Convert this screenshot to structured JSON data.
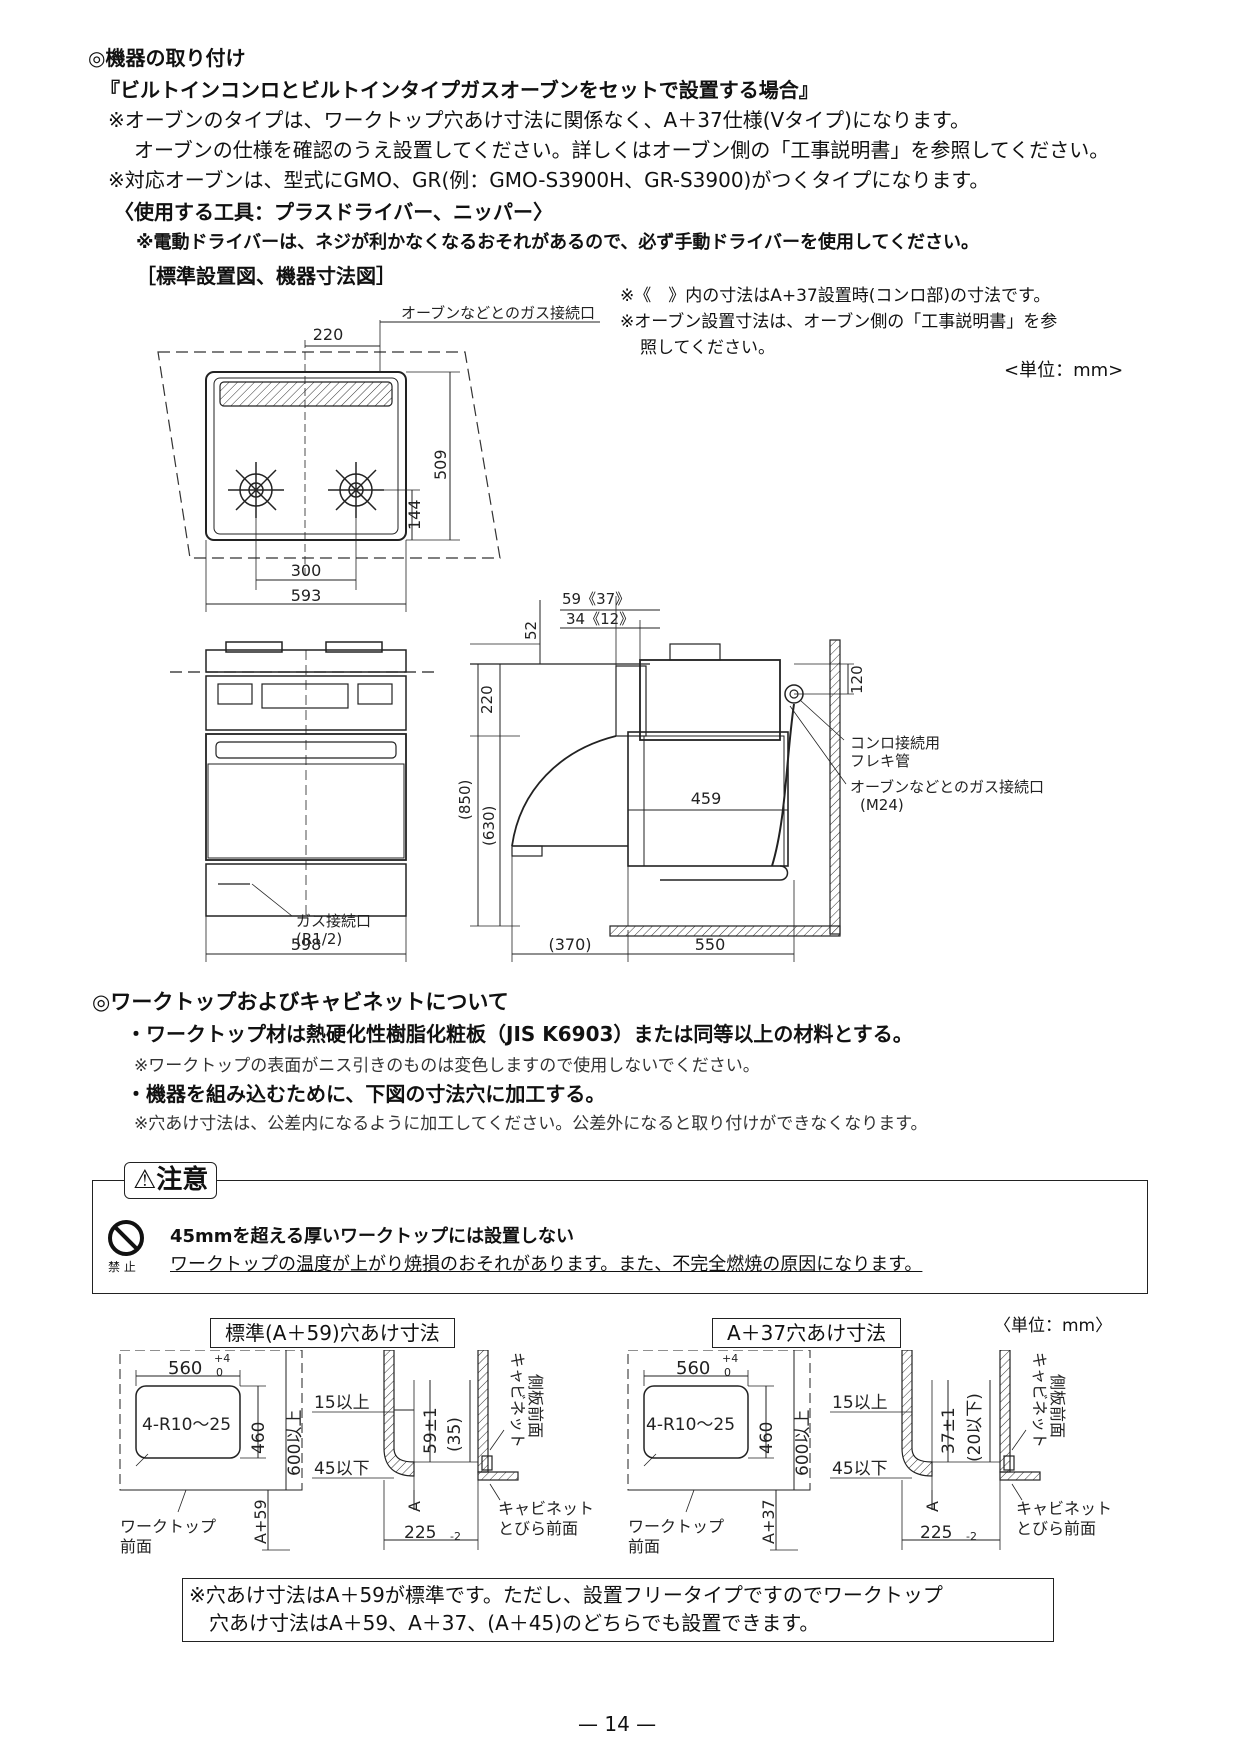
{
  "install": {
    "heading": "◎機器の取り付け",
    "case_title": "『ビルトインコンロとビルトインタイプガスオーブンをセットで設置する場合』",
    "note1": "※オーブンのタイプは、ワークトップ穴あけ寸法に関係なく、A＋37仕様(Vタイプ)になります。",
    "note1b": "オーブンの仕様を確認のうえ設置してください。詳しくはオーブン側の「工事説明書」を参照してください。",
    "note2": "※対応オーブンは、型式にGMO、GR(例：GMO-S3900H、GR-S3900)がつくタイプになります。",
    "tools": "〈使用する工具：プラスドライバー、ニッパー〉",
    "tools_note": "※電動ドライバーは、ネジが利かなくなるおそれがあるので、必ず手動ドライバーを使用してください。",
    "figure_title": "［標準設置図、機器寸法図］",
    "fig_note1": "※《　》内の寸法はA+37設置時(コンロ部)の寸法です。",
    "fig_note2": "※オーブン設置寸法は、オーブン側の「工事説明書」を参",
    "fig_note2b": "照してください。",
    "unit": "<単位：mm>"
  },
  "diagram": {
    "top_gas": "オーブンなどとのガス接続口",
    "d220": "220",
    "d509": "509",
    "d144": "144",
    "d300": "300",
    "d593": "593",
    "d59": "59《37》",
    "d34": "34《12》",
    "d52": "52",
    "d220b": "220",
    "d120": "120",
    "d850": "(850)",
    "d630": "(630)",
    "d459": "459",
    "d370": "(370)",
    "d550": "550",
    "d598": "598",
    "gas_port": "ガス接続口",
    "gas_port_size": "(R1/2)",
    "flex1": "コンロ接続用",
    "flex2": "フレキ管",
    "oven_gas": "オーブンなどとのガス接続口",
    "oven_gas_size": "(M24)"
  },
  "worktop": {
    "heading": "◎ワークトップおよびキャビネットについて",
    "b1": "・ワークトップ材は熱硬化性樹脂化粧板（JIS K6903）または同等以上の材料とする。",
    "b1_note": "※ワークトップの表面がニス引きのものは変色しますので使用しないでください。",
    "b2": "・機器を組み込むために、下図の寸法穴に加工する。",
    "b2_note": "※穴あけ寸法は、公差内になるように加工してください。公差外になると取り付けができなくなります。"
  },
  "caution": {
    "title": "⚠注意",
    "prohibit_label": "禁 止",
    "line1": "45mmを超える厚いワークトップには設置しない",
    "line2": "ワークトップの温度が上がり焼損のおそれがあります。また、不完全燃焼の原因になります。"
  },
  "cutout": {
    "std_title": "標準(A＋59)穴あけ寸法",
    "a37_title": "A＋37穴あけ寸法",
    "unit": "〈単位：mm〉",
    "w560": "560",
    "tol_plus4": "+4",
    "tol_0": "0",
    "h460": "460",
    "h600": "600以上",
    "radius": "4-R10〜25",
    "worktop_front1": "ワークトップ",
    "worktop_front2": "前面",
    "a59": "A+59",
    "a37": "A+37",
    "min15": "15以上",
    "max45": "45以下",
    "d59": "59±1",
    "d35": "(35)",
    "d37": "37±1",
    "d20": "(20以下)",
    "a_mark": "A",
    "d225": "225",
    "tol_225": "-2",
    "cab_side1": "キャビネット",
    "cab_side2": "側板前面",
    "cab_door1": "キャビネット",
    "cab_door2": "とびら前面"
  },
  "footnote": {
    "line1": "※穴あけ寸法はA＋59が標準です。ただし、設置フリータイプですのでワークトップ",
    "line2": "穴あけ寸法はA＋59、A＋37、(A＋45)のどちらでも設置できます。"
  },
  "page": "— 14 —"
}
